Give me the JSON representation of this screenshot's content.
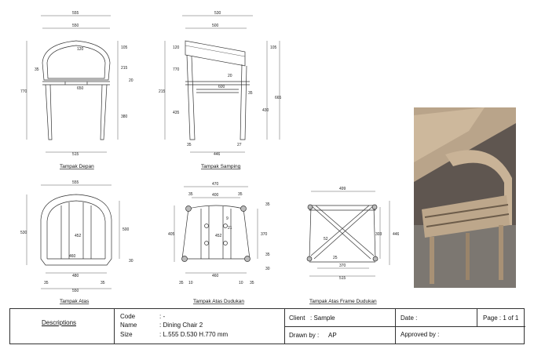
{
  "views": {
    "front": {
      "caption": "Tampak Depan",
      "dims": [
        "555",
        "550",
        "105",
        "120",
        "35",
        "215",
        "20",
        "770",
        "650",
        "380",
        "515"
      ]
    },
    "side": {
      "caption": "Tampak Samping",
      "dims": [
        "530",
        "500",
        "105",
        "120",
        "215",
        "770",
        "20",
        "35",
        "600",
        "435",
        "430",
        "665",
        "35",
        "446",
        "27"
      ]
    },
    "top": {
      "caption": "Tampak Atas",
      "dims": [
        "555",
        "530",
        "500",
        "30",
        "452",
        "460",
        "480",
        "35",
        "35",
        "550"
      ]
    },
    "seat_top": {
      "caption": "Tampak Atas Dudukan",
      "dims": [
        "470",
        "35",
        "400",
        "35",
        "35",
        "405",
        "9",
        "21",
        "452",
        "370",
        "35",
        "30",
        "35",
        "10",
        "460",
        "10",
        "35"
      ]
    },
    "frame_top": {
      "caption": "Tampak Atas Frame Dudukan",
      "dims": [
        "499",
        "446",
        "52",
        "303",
        "25",
        "370",
        "515"
      ]
    }
  },
  "title_block": {
    "descriptions_label": "Descriptions",
    "code_label": "Code",
    "code_value": ": -",
    "name_label": "Name",
    "name_value": ": Dining Chair 2",
    "size_label": "Size",
    "size_value": ": L.555  D.530  H.770 mm",
    "client_label": "Client",
    "client_value": ": Sample",
    "drawn_label": "Drawn by :",
    "drawn_value": "AP",
    "date_label": "Date :",
    "approved_label": "Approved by :",
    "page_label": "Page : 1 of 1"
  }
}
